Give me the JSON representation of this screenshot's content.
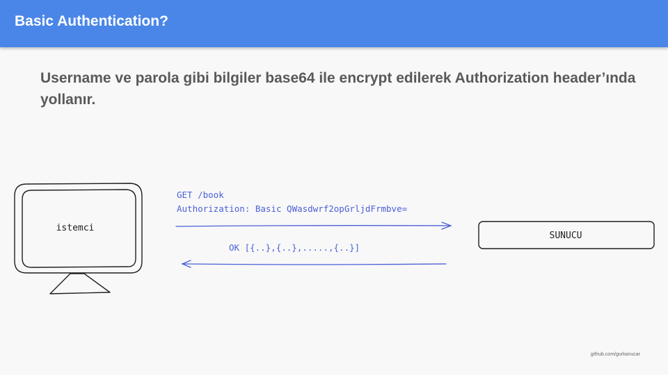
{
  "slide": {
    "title": "Basic Authentication?",
    "body": "Username ve parola gibi bilgiler base64 ile encrypt edilerek Authorization header’ında yollanır."
  },
  "diagram": {
    "client_label": "istemci",
    "server_label": "SUNUCU",
    "request_line": "GET /book",
    "auth_header": "Authorization: Basic QWasdwrf2opGrljdFrmbve=",
    "response_line": "OK [{..},{..},.....,{..}]"
  },
  "footer": {
    "credit": "github.com/gurkanucar"
  },
  "colors": {
    "header": "#4a86e8",
    "arrow": "#4a5fd8",
    "sketch": "#1e1e1e"
  }
}
